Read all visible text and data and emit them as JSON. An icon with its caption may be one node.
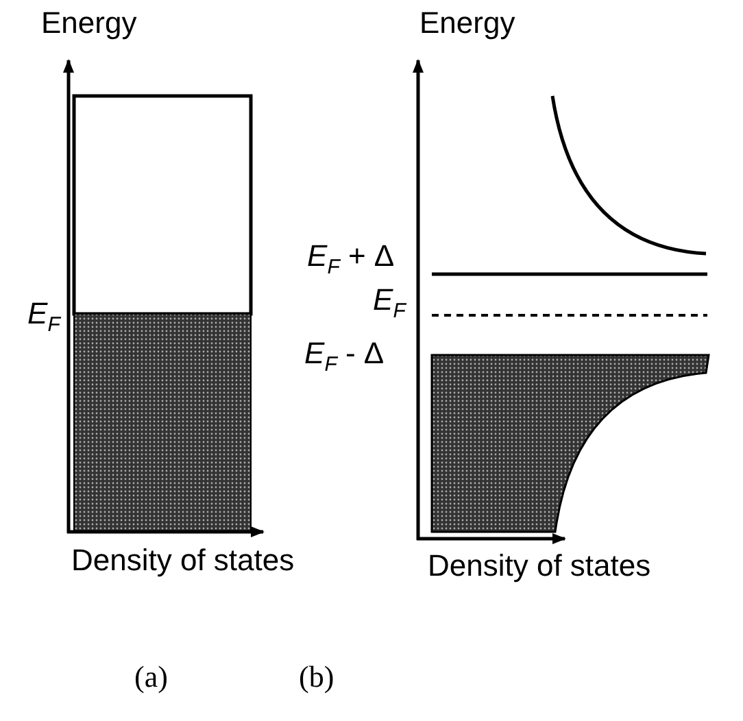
{
  "diagram": {
    "labels": [
      "Energy",
      "*E*$_{F}$",
      "Density of states",
      "Energy",
      "*E*$_{F}$ + Δ",
      "*E*$_{F}$",
      "*E*$_{F}$ - Δ",
      "Density of states",
      "(a)",
      "(b)"
    ]
  }
}
